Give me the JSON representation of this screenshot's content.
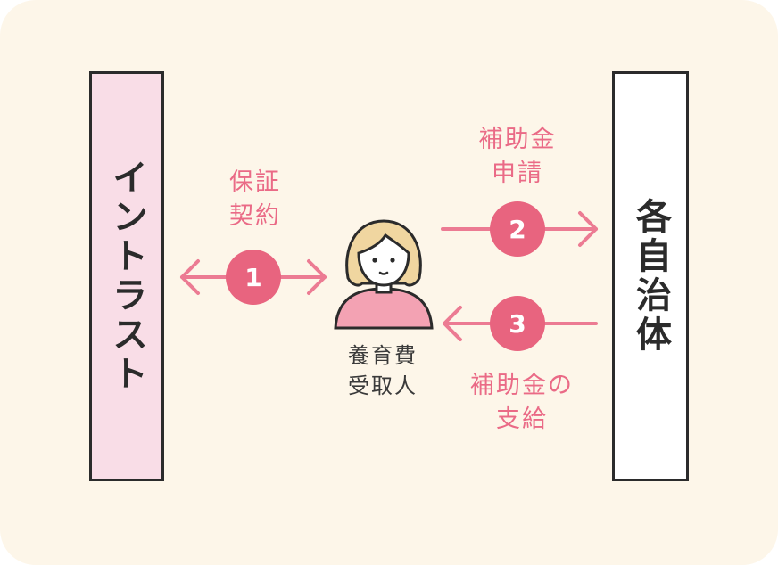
{
  "left_entity": {
    "label": "イントラスト"
  },
  "right_entity": {
    "label": "各自治体"
  },
  "center": {
    "line1": "養育費",
    "line2": "受取人"
  },
  "steps": [
    {
      "number": "1",
      "line1": "保証",
      "line2": "契約"
    },
    {
      "number": "2",
      "line1": "補助金",
      "line2": "申請"
    },
    {
      "number": "3",
      "line1": "補助金の",
      "line2": "支給"
    }
  ],
  "colors": {
    "background": "#fdf6e9",
    "accent": "#e8647f",
    "arrow": "#ec7b93",
    "left_box": "#f9dde7",
    "right_box": "#ffffff"
  }
}
